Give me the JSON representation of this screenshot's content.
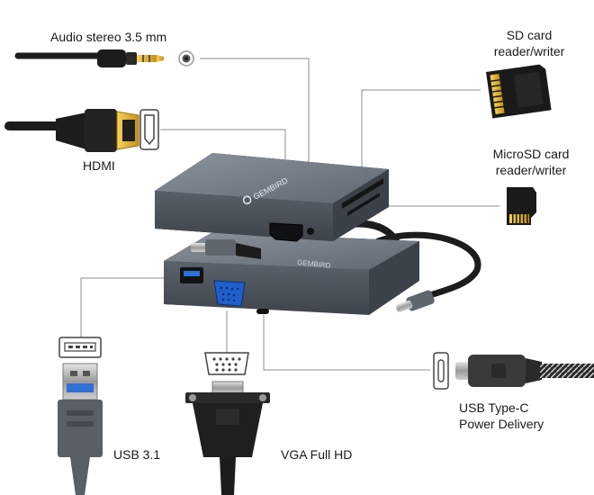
{
  "labels": {
    "audio": "Audio stereo 3.5 mm",
    "sd_line1": "SD card",
    "sd_line2": "reader/writer",
    "hdmi": "HDMI",
    "microsd_line1": "MicroSD card",
    "microsd_line2": "reader/writer",
    "usb": "USB 3.1",
    "vga": "VGA Full HD",
    "usbc_line1": "USB Type-C",
    "usbc_line2": "Power Delivery"
  },
  "brand": "Gembird",
  "colors": {
    "hub_top": "#6e7782",
    "hub_side": "#4a515a",
    "hub_front": "#5b636d",
    "cable": "#1c1c1c",
    "leader": "#8c8c8c",
    "usb_blue": "#2f6fd6",
    "vga_blue": "#2f6fd6",
    "sd_gold": "#e9b92c"
  },
  "icons": [
    "audio-plug-icon",
    "hdmi-plug-icon",
    "hdmi-port-icon",
    "audio-jack-icon",
    "sd-card-icon",
    "microsd-card-icon",
    "usb-a-port-icon",
    "usb-a-plug-icon",
    "vga-port-icon",
    "vga-plug-icon",
    "usb-c-port-icon",
    "usb-c-plug-icon",
    "hub-device-icon"
  ]
}
